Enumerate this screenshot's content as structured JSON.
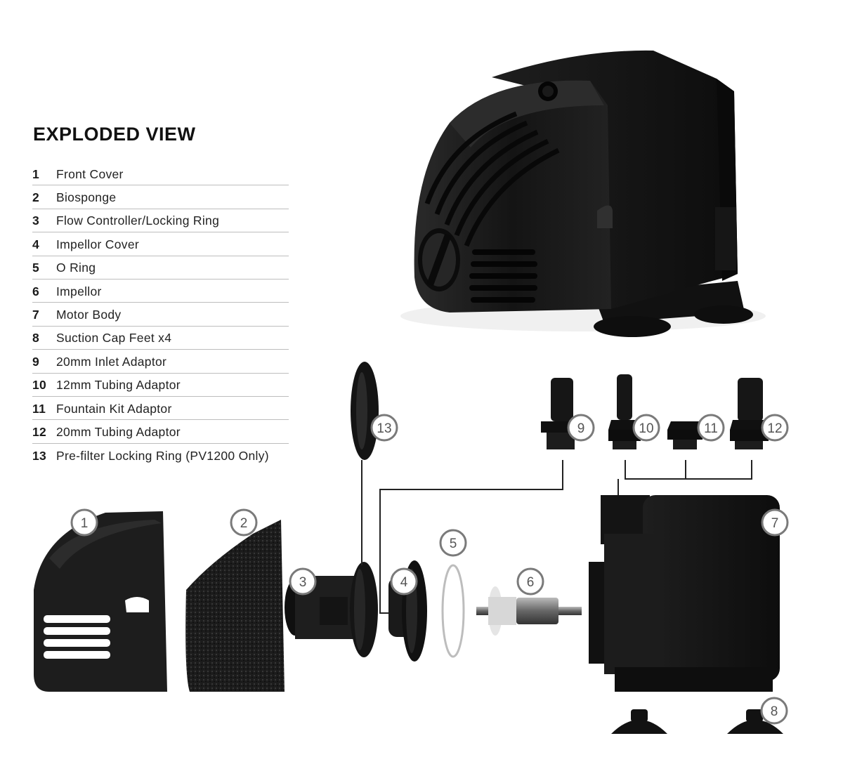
{
  "title": "EXPLODED VIEW",
  "parts": [
    {
      "number": "1",
      "label": "Front Cover"
    },
    {
      "number": "2",
      "label": "Biosponge"
    },
    {
      "number": "3",
      "label": "Flow Controller/Locking Ring"
    },
    {
      "number": "4",
      "label": "Impellor Cover"
    },
    {
      "number": "5",
      "label": "O Ring"
    },
    {
      "number": "6",
      "label": "Impellor"
    },
    {
      "number": "7",
      "label": "Motor Body"
    },
    {
      "number": "8",
      "label": "Suction Cap Feet x4"
    },
    {
      "number": "9",
      "label": "20mm Inlet Adaptor"
    },
    {
      "number": "10",
      "label": "12mm Tubing Adaptor"
    },
    {
      "number": "11",
      "label": "Fountain Kit Adaptor"
    },
    {
      "number": "12",
      "label": "20mm Tubing Adaptor"
    },
    {
      "number": "13",
      "label": "Pre-filter Locking Ring (PV1200 Only)"
    }
  ],
  "colors": {
    "part_body": "#1b1b1b",
    "badge_stroke": "#7a7a7a",
    "leader_line": "#222222",
    "divider": "#bdbdbd"
  }
}
